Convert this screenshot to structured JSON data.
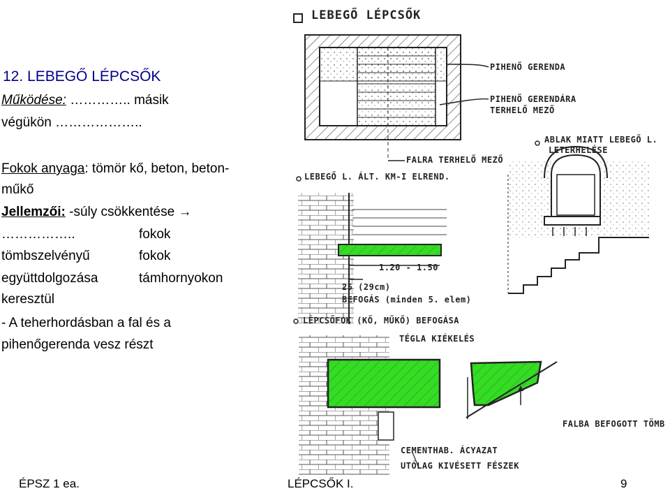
{
  "slide": {
    "title": "12. LEBEGŐ LÉPCSŐK",
    "mukodese_label": "Működése:",
    "mukodese_text": " ………….. másik",
    "line2": "végükön ………………..",
    "fokok_label": "Fokok anyaga",
    "fokok_text": ": tömör kő, beton, beton-",
    "line_muko": "műkő",
    "jellemzoi_label": "Jellemzői:",
    "jellemzoi_text": " -súly csökkentése →",
    "row1_left": "……………..",
    "row1_right": "fokok",
    "row2_left": "tömbszelvényű",
    "row2_right": "fokok",
    "row3_left": "együttdolgozása",
    "row3_right": "támhornyokon",
    "line_keresztul": " keresztül",
    "line_teher1": " - A teherhordásban a fal és a",
    "line_teher2": " pihenőgerenda vesz részt"
  },
  "sketch": {
    "heading": "LEBEGŐ  LÉPCSŐK",
    "pihено_gerenda": "PIHENŐ GERENDA",
    "gerenda_mezo_1": "PIHENŐ GERENDÁRA",
    "gerenda_mezo_2": "TERHELŐ MEZŐ",
    "falra_mezo": "FALRA TERHELŐ MEZŐ",
    "ablak_1": "ABLAK MIATT LEBEGŐ L.",
    "ablak_2": "LETERHELÉSE",
    "alt_km": "LEBEGŐ L. ÁLT. KM-I ELREND.",
    "dim_width": "1.20 - 1.50",
    "dim_embed": "25 (29cm)",
    "befogas_note": "BEFOGÁS (minden 5. elem)",
    "lepcsofok": "LÉPCSŐFOK (KŐ, MŰKŐ) BEFOGÁSA",
    "tegla": "TÉGLA KIÉKELÉS",
    "falba": "FALBA BEFOGOTT TÖMB",
    "cement_1": "CEMENTHAB. ÁCYAZAT",
    "cement_2": "UTÓLAG KIVÉSETT FÉSZEK"
  },
  "footer": {
    "left": "ÉPSZ 1 ea.",
    "center": "LÉPCSŐK I.",
    "page": "9"
  },
  "colors": {
    "title": "#00008b",
    "highlight_green": "#33dd22",
    "ink": "#222222"
  }
}
